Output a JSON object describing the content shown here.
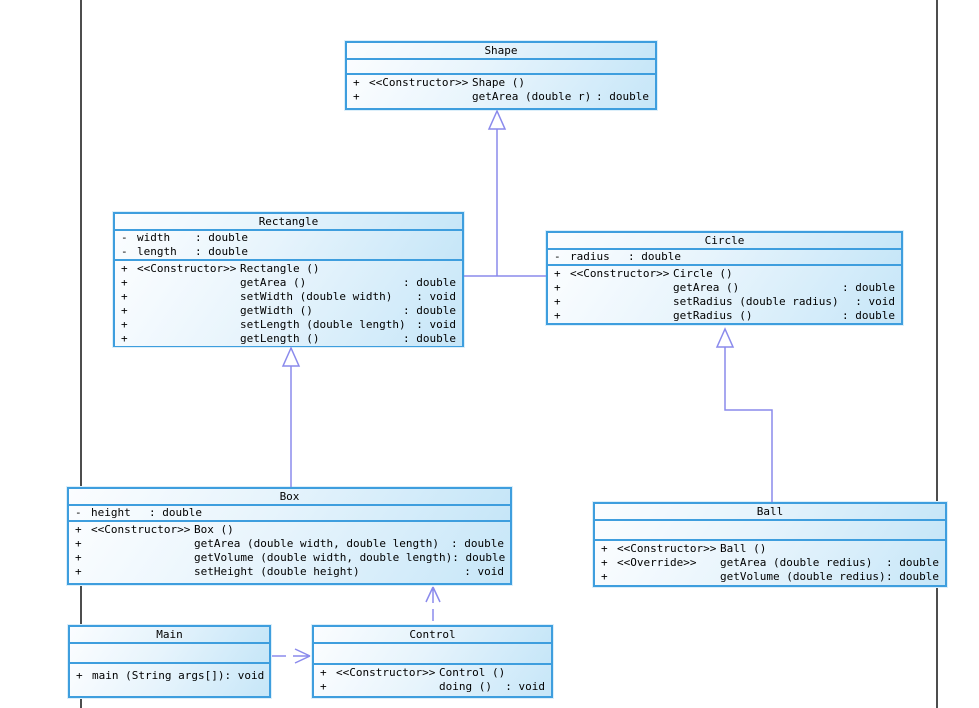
{
  "diagram": {
    "kind": "uml-class-diagram",
    "classes": [
      {
        "id": "shape",
        "title": "Shape",
        "attributes": [],
        "operations": [
          {
            "vis": "+",
            "stereo": "<<Constructor>>",
            "name": "Shape ()",
            "type_label": ""
          },
          {
            "vis": "+",
            "stereo": "",
            "name": "getArea (double r)",
            "type_label": ": double"
          }
        ]
      },
      {
        "id": "rectangle",
        "title": "Rectangle",
        "attributes": [
          {
            "vis": "-",
            "name": "width",
            "type_label": ": double"
          },
          {
            "vis": "-",
            "name": "length",
            "type_label": ": double"
          }
        ],
        "operations": [
          {
            "vis": "+",
            "stereo": "<<Constructor>>",
            "name": "Rectangle ()",
            "type_label": ""
          },
          {
            "vis": "+",
            "stereo": "",
            "name": "getArea ()",
            "type_label": ": double"
          },
          {
            "vis": "+",
            "stereo": "",
            "name": "setWidth (double width)",
            "type_label": ": void"
          },
          {
            "vis": "+",
            "stereo": "",
            "name": "getWidth ()",
            "type_label": ": double"
          },
          {
            "vis": "+",
            "stereo": "",
            "name": "setLength (double length)",
            "type_label": ": void"
          },
          {
            "vis": "+",
            "stereo": "",
            "name": "getLength ()",
            "type_label": ": double"
          }
        ]
      },
      {
        "id": "circle",
        "title": "Circle",
        "attributes": [
          {
            "vis": "-",
            "name": "radius",
            "type_label": ": double"
          }
        ],
        "operations": [
          {
            "vis": "+",
            "stereo": "<<Constructor>>",
            "name": "Circle ()",
            "type_label": ""
          },
          {
            "vis": "+",
            "stereo": "",
            "name": "getArea ()",
            "type_label": ": double"
          },
          {
            "vis": "+",
            "stereo": "",
            "name": "setRadius (double radius)",
            "type_label": ": void"
          },
          {
            "vis": "+",
            "stereo": "",
            "name": "getRadius ()",
            "type_label": ": double"
          }
        ]
      },
      {
        "id": "box",
        "title": "Box",
        "attributes": [
          {
            "vis": "-",
            "name": "height",
            "type_label": ": double"
          }
        ],
        "operations": [
          {
            "vis": "+",
            "stereo": "<<Constructor>>",
            "name": "Box ()",
            "type_label": ""
          },
          {
            "vis": "+",
            "stereo": "",
            "name": "getArea (double width, double length)",
            "type_label": ": double"
          },
          {
            "vis": "+",
            "stereo": "",
            "name": "getVolume (double width, double length)",
            "type_label": ": double"
          },
          {
            "vis": "+",
            "stereo": "",
            "name": "setHeight (double height)",
            "type_label": ": void"
          }
        ]
      },
      {
        "id": "ball",
        "title": "Ball",
        "attributes": [],
        "operations": [
          {
            "vis": "+",
            "stereo": "<<Constructor>>",
            "name": "Ball ()",
            "type_label": ""
          },
          {
            "vis": "+",
            "stereo": "<<Override>>",
            "name": "getArea (double redius)",
            "type_label": ": double"
          },
          {
            "vis": "+",
            "stereo": "",
            "name": "getVolume (double redius)",
            "type_label": ": double"
          }
        ]
      },
      {
        "id": "main",
        "title": "Main",
        "attributes": [],
        "operations": [
          {
            "vis": "+",
            "stereo": "",
            "name": "main (String args[])",
            "type_label": ": void"
          }
        ]
      },
      {
        "id": "control",
        "title": "Control",
        "attributes": [],
        "operations": [
          {
            "vis": "+",
            "stereo": "<<Constructor>>",
            "name": "Control ()",
            "type_label": ""
          },
          {
            "vis": "+",
            "stereo": "",
            "name": "doing ()",
            "type_label": ": void"
          }
        ]
      }
    ],
    "relationships": [
      {
        "type": "generalization",
        "from": "Rectangle",
        "to": "Shape"
      },
      {
        "type": "generalization",
        "from": "Circle",
        "to": "Shape"
      },
      {
        "type": "generalization",
        "from": "Box",
        "to": "Rectangle"
      },
      {
        "type": "generalization",
        "from": "Ball",
        "to": "Circle"
      },
      {
        "type": "dependency",
        "from": "Control",
        "to": "Box"
      },
      {
        "type": "dependency",
        "from": "Main",
        "to": "Control"
      }
    ],
    "colors": {
      "class_border": "#3e9ede",
      "class_fill_light": "#fbfdff",
      "class_fill_dark": "#c6e6f8",
      "connector": "#8a8aec",
      "page_margin_line": "#4d4d4d",
      "text": "#000000"
    }
  }
}
